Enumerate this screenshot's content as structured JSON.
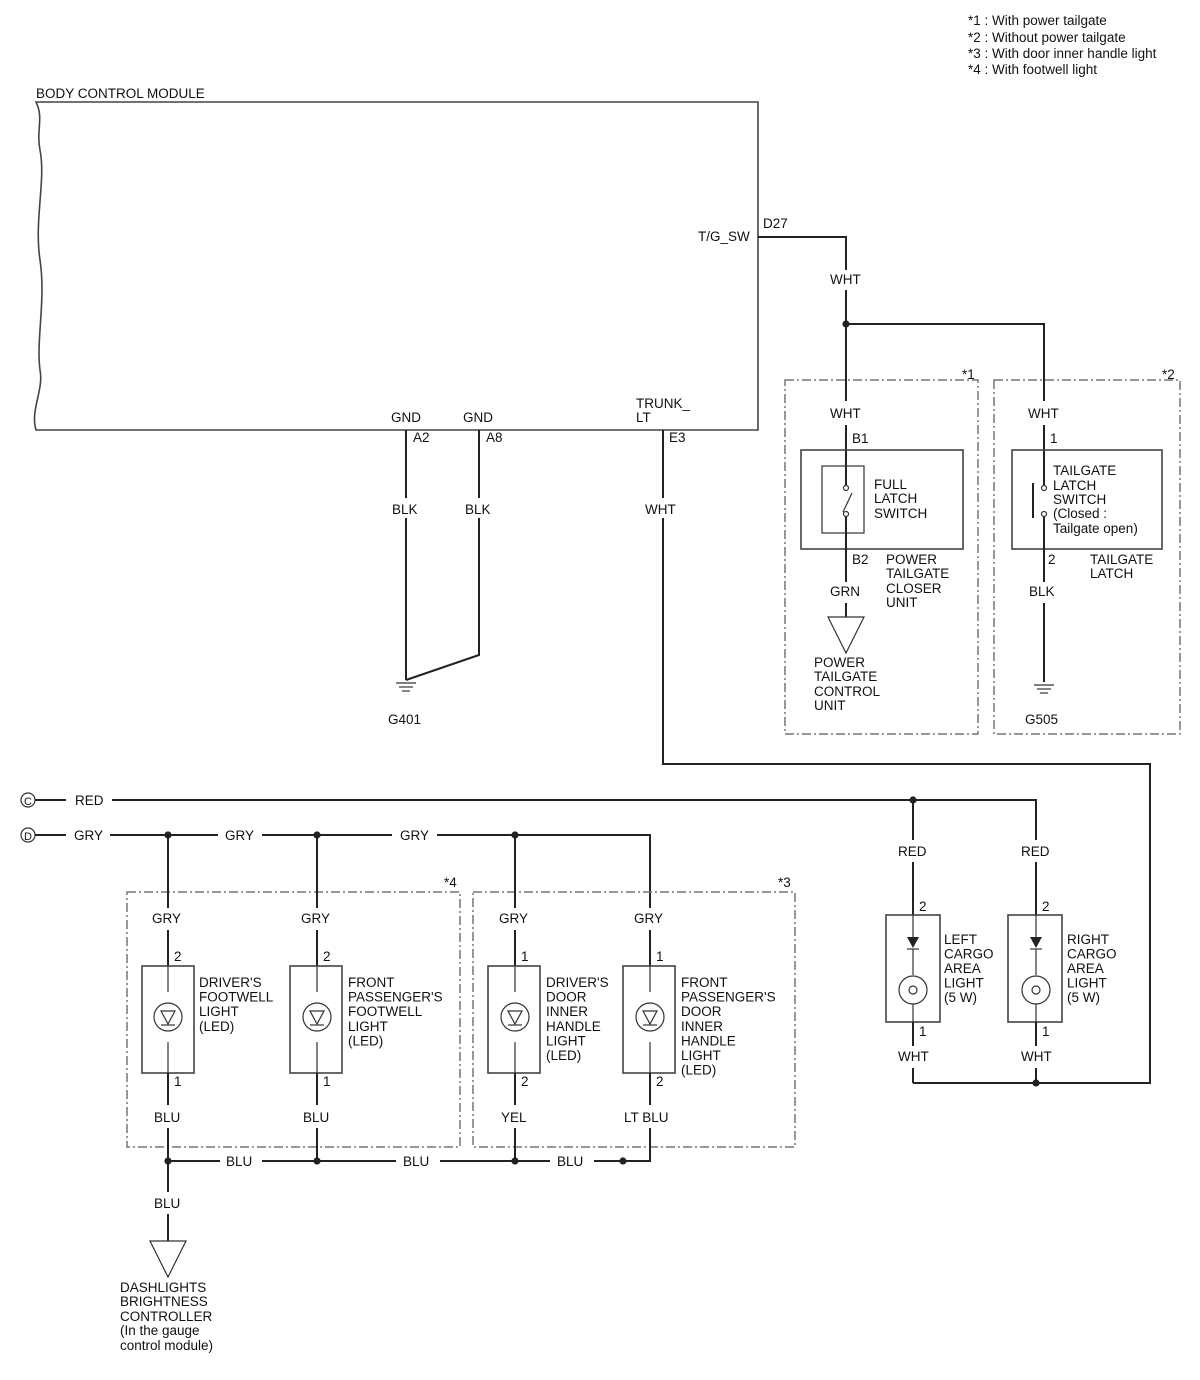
{
  "legend": [
    "*1 : With power tailgate",
    "*2 : Without power tailgate",
    "*3 : With door inner handle light",
    "*4 : With footwell light"
  ],
  "bcm": {
    "title": "BODY CONTROL MODULE",
    "pin_tg_name": "T/G_SW",
    "pin_tg_num": "D27",
    "pin_gnd1_name": "GND",
    "pin_gnd1_num": "A2",
    "pin_gnd2_name": "GND",
    "pin_gnd2_num": "A8",
    "pin_trunk_name_1": "TRUNK_",
    "pin_trunk_name_2": "LT",
    "pin_trunk_num": "E3"
  },
  "wires": {
    "wht_d27": "WHT",
    "blk_a2": "BLK",
    "blk_a8": "BLK",
    "wht_e3": "WHT",
    "ground_g401": "G401"
  },
  "option1": {
    "tag": "*1",
    "wire_in": "WHT",
    "pin_in": "B1",
    "switch_label": [
      "FULL",
      "LATCH",
      "SWITCH"
    ],
    "pin_out": "B2",
    "unit_label": [
      "POWER",
      "TAILGATE",
      "CLOSER",
      "UNIT"
    ],
    "wire_out": "GRN",
    "dest_label": [
      "POWER",
      "TAILGATE",
      "CONTROL",
      "UNIT"
    ]
  },
  "option2": {
    "tag": "*2",
    "wire_in": "WHT",
    "pin_in": "1",
    "switch_label": [
      "TAILGATE",
      "LATCH",
      "SWITCH",
      "(Closed :",
      "Tailgate open)"
    ],
    "pin_out": "2",
    "unit_label": [
      "TAILGATE",
      "LATCH"
    ],
    "wire_out": "BLK",
    "ground": "G505"
  },
  "connectors": {
    "c_letter": "C",
    "c_wire": "RED",
    "d_letter": "D",
    "d_wire_1": "GRY",
    "d_wire_2": "GRY",
    "d_wire_3": "GRY"
  },
  "footwell_group": {
    "tag": "*4",
    "lights": [
      {
        "wire_top": "GRY",
        "pin_top": "2",
        "label": [
          "DRIVER'S",
          "FOOTWELL",
          "LIGHT",
          "(LED)"
        ],
        "pin_bottom": "1",
        "wire_bottom": "BLU"
      },
      {
        "wire_top": "GRY",
        "pin_top": "2",
        "label": [
          "FRONT",
          "PASSENGER'S",
          "FOOTWELL",
          "LIGHT",
          "(LED)"
        ],
        "pin_bottom": "1",
        "wire_bottom": "BLU"
      }
    ]
  },
  "handle_group": {
    "tag": "*3",
    "lights": [
      {
        "wire_top": "GRY",
        "pin_top": "1",
        "label": [
          "DRIVER'S",
          "DOOR",
          "INNER",
          "HANDLE",
          "LIGHT",
          "(LED)"
        ],
        "pin_bottom": "2",
        "wire_bottom": "YEL"
      },
      {
        "wire_top": "GRY",
        "pin_top": "1",
        "label": [
          "FRONT",
          "PASSENGER'S",
          "DOOR",
          "INNER",
          "HANDLE",
          "LIGHT",
          "(LED)"
        ],
        "pin_bottom": "2",
        "wire_bottom": "LT BLU"
      }
    ]
  },
  "cargo_lights": [
    {
      "wire_top": "RED",
      "pin_top": "2",
      "label": [
        "LEFT",
        "CARGO",
        "AREA",
        "LIGHT",
        "(5 W)"
      ],
      "pin_bottom": "1",
      "wire_bottom": "WHT"
    },
    {
      "wire_top": "RED",
      "pin_top": "2",
      "label": [
        "RIGHT",
        "CARGO",
        "AREA",
        "LIGHT",
        "(5 W)"
      ],
      "pin_bottom": "1",
      "wire_bottom": "WHT"
    }
  ],
  "blu_bus": [
    "BLU",
    "BLU",
    "BLU",
    "BLU"
  ],
  "dash_controller": [
    "DASHLIGHTS",
    "BRIGHTNESS",
    "CONTROLLER",
    "(In the gauge",
    "control module)"
  ]
}
